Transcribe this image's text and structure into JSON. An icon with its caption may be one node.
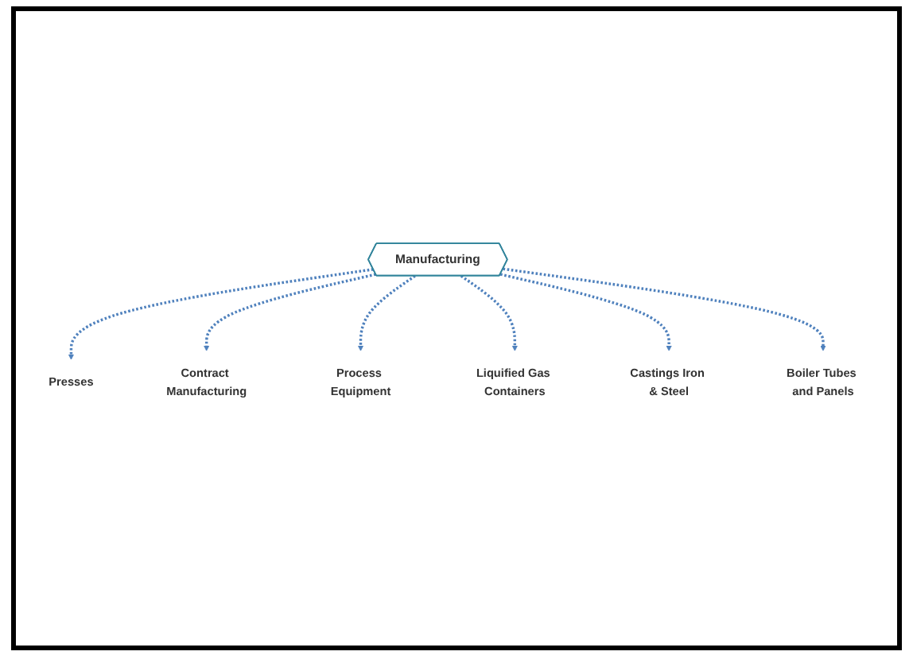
{
  "diagram": {
    "nodes": [
      {
        "text": [
          "Manufacturing"
        ]
      },
      {
        "text": [
          "Presses"
        ]
      },
      {
        "text": [
          "Contract Manufacturing"
        ]
      },
      {
        "text": [
          "Process Equipment"
        ]
      },
      {
        "text": [
          "Liquified Gas Containers"
        ]
      },
      {
        "text": [
          "Castings Iron & Steel"
        ]
      },
      {
        "text": [
          "Boiler Tubes and Panels"
        ]
      }
    ],
    "edges": [
      {
        "from": 0,
        "to": 1,
        "arrow": "to",
        "style": "dashed"
      },
      {
        "from": 0,
        "to": 2,
        "arrow": "to",
        "style": "dashed"
      },
      {
        "from": 0,
        "to": 3,
        "arrow": "to",
        "style": "dashed"
      },
      {
        "from": 0,
        "to": 4,
        "arrow": "to",
        "style": "dashed"
      },
      {
        "from": 0,
        "to": 5,
        "arrow": "to",
        "style": "dashed"
      },
      {
        "from": 0,
        "to": 6,
        "arrow": "to",
        "style": "dashed"
      }
    ]
  }
}
